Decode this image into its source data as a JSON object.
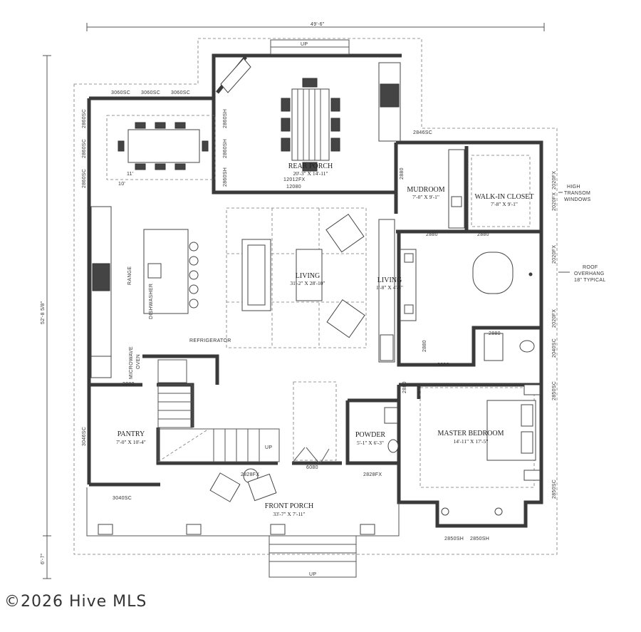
{
  "dimensions": {
    "overall_width": "49'-6\"",
    "overall_depth": "52'-8 5/8\"",
    "porch_depth": "6'-7\""
  },
  "rooms": [
    {
      "name": "REAR PORCH",
      "size": "20'-3\" X 14'-11\""
    },
    {
      "name": "MUDROOM",
      "size": "7'-0\" X 9'-1\""
    },
    {
      "name": "WALK-IN CLOSET",
      "size": "7'-8\" X 9'-1\""
    },
    {
      "name": "LIVING",
      "size": "31'-2\" X 28'-10\""
    },
    {
      "name": "LIVING",
      "size": "1'-8\" X 4'-5\""
    },
    {
      "name": "PANTRY",
      "size": "7'-0\" X 10'-4\""
    },
    {
      "name": "POWDER",
      "size": "5'-1\" X 6'-3\""
    },
    {
      "name": "MASTER BEDROOM",
      "size": "14'-11\" X 17'-5\""
    },
    {
      "name": "FRONT PORCH",
      "size": "33'-7\" X 7'-11\""
    }
  ],
  "labels": {
    "up_rear": "UP",
    "up_stair": "UP",
    "up_front": "UP",
    "range": "RANGE",
    "dishwasher": "DISHWASHER",
    "refrigerator": "REFRIGERATOR",
    "microwave": "MICROWAVE",
    "oven": "OVEN",
    "dim_11": "11'",
    "dim_10": "10'",
    "high_transom_1": "HIGH",
    "high_transom_2": "TRANSOM",
    "high_transom_3": "WINDOWS",
    "roof_1": "ROOF",
    "roof_2": "OVERHANG",
    "roof_3": "18\" TYPICAL"
  },
  "windows": {
    "w3060_a": "3060SC",
    "w3060_b": "3060SC",
    "w3060_c": "3060SC",
    "w2860_a": "2860SC",
    "w2860_b": "2860SC",
    "w2860_c": "2860SC",
    "w2860sh_a": "2860SH",
    "w2860sh_b": "2860SH",
    "w2860sh_c": "2860SH",
    "w12012": "12012FX",
    "w12080": "12080",
    "w2846": "2846SC",
    "d2880_a": "2880",
    "d2880_b": "2880",
    "d2880_c": "2880",
    "d2880_d": "2880",
    "d2880_e": "2880",
    "d2880_f": "2880",
    "w2020_a": "2020FX",
    "w2020_b": "2020FX",
    "w2020_c": "2020FX",
    "w2020_d": "2020FX",
    "w2040": "2040SC",
    "d3080_a": "3080",
    "d3080_b": "3080",
    "w3046": "3046SC",
    "w2828_a": "2828FX",
    "w2828_b": "2828FX",
    "d6080": "6080",
    "w2850_a": "2850SC",
    "w2850_b": "2850SC",
    "w2850sh_a": "2850SH",
    "w2850sh_b": "2850SH",
    "w3040": "3040SC"
  },
  "watermark": "©2026 Hive MLS"
}
